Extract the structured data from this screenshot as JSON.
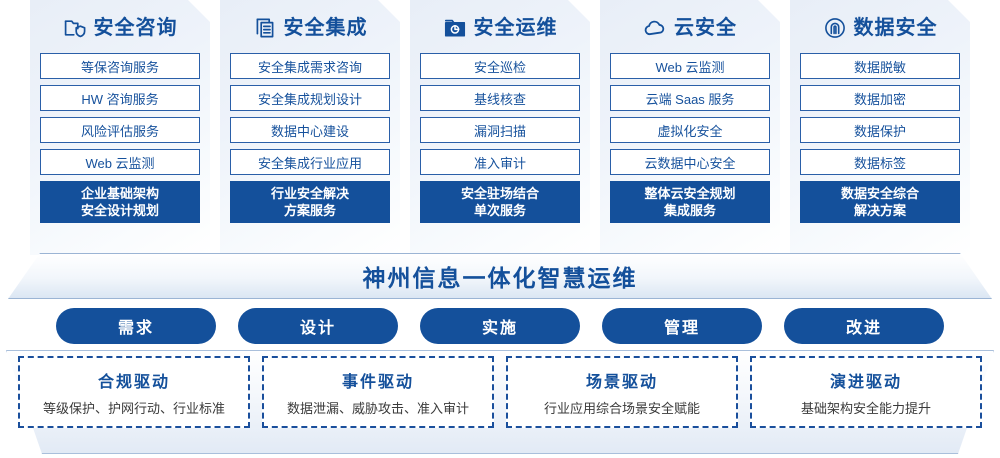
{
  "columns": [
    {
      "icon": "folder-shield-icon",
      "title": "安全咨询",
      "items": [
        "等保咨询服务",
        "HW 咨询服务",
        "风险评估服务",
        "Web 云监测"
      ],
      "footer": [
        "企业基础架构",
        "安全设计规划"
      ]
    },
    {
      "icon": "stacked-servers-icon",
      "title": "安全集成",
      "items": [
        "安全集成需求咨询",
        "安全集成规划设计",
        "数据中心建设",
        "安全集成行业应用"
      ],
      "footer": [
        "行业安全解决",
        "方案服务"
      ]
    },
    {
      "icon": "folder-chart-icon",
      "title": "安全运维",
      "items": [
        "安全巡检",
        "基线核查",
        "漏洞扫描",
        "准入审计"
      ],
      "footer": [
        "安全驻场结合",
        "单次服务"
      ]
    },
    {
      "icon": "cloud-icon",
      "title": "云安全",
      "items": [
        "Web 云监测",
        "云端 Saas 服务",
        "虚拟化安全",
        "云数据中心安全"
      ],
      "footer": [
        "整体云安全规划",
        "集成服务"
      ]
    },
    {
      "icon": "fingerprint-icon",
      "title": "数据安全",
      "items": [
        "数据脱敏",
        "数据加密",
        "数据保护",
        "数据标签"
      ],
      "footer": [
        "数据安全综合",
        "解决方案"
      ]
    }
  ],
  "banner": {
    "text": "神州信息一体化智慧运维"
  },
  "pills": [
    {
      "label": "需求"
    },
    {
      "label": "设计"
    },
    {
      "label": "实施"
    },
    {
      "label": "管理"
    },
    {
      "label": "改进"
    }
  ],
  "drivers": [
    {
      "title": "合规驱动",
      "desc": "等级保护、护网行动、行业标准"
    },
    {
      "title": "事件驱动",
      "desc": "数据泄漏、威胁攻击、准入审计"
    },
    {
      "title": "场景驱动",
      "desc": "行业应用综合场景安全赋能"
    },
    {
      "title": "演进驱动",
      "desc": "基础架构安全能力提升"
    }
  ],
  "colors": {
    "primary_blue": "#14509b",
    "card_border": "#2a5fa8",
    "dashed_border": "#1a4f9c",
    "body_text": "#3a3a3a"
  }
}
